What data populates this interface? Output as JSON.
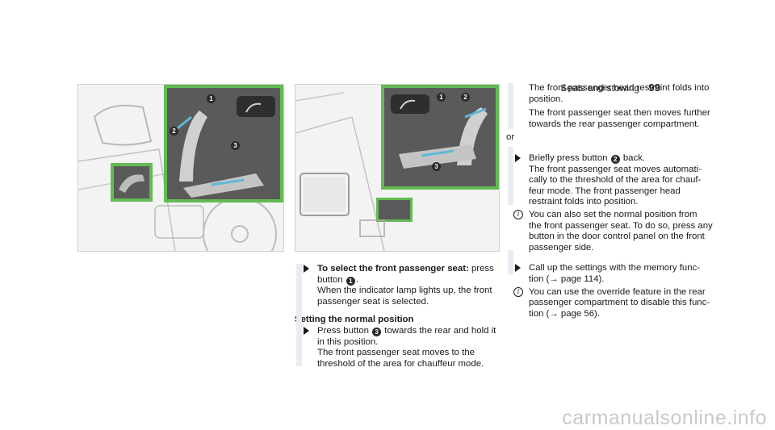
{
  "header": {
    "section": "Seats and stowing",
    "page_number": "99"
  },
  "figures": {
    "left": {
      "callouts": [
        "1",
        "2",
        "3"
      ]
    },
    "right": {
      "callouts": [
        "1",
        "2",
        "3"
      ]
    }
  },
  "col1": {
    "step1_bold": "To select the front passenger seat:",
    "step1_rest": " press",
    "step1_line2a": "button ",
    "step1_line2b": ".",
    "step1_line3": "When the indicator lamp lights up, the front",
    "step1_line4": "passenger seat is selected.",
    "subhead": "Setting the normal position",
    "step2_line1a": "Press button ",
    "step2_line1b": " towards the rear and hold it",
    "step2_line2": "in this position.",
    "step2_line3": "The front passenger seat moves to the",
    "step2_line4": "threshold of the area for chauffeur mode."
  },
  "col2": {
    "p1_line1": "The front passenger head restraint folds into",
    "p1_line2": "position.",
    "p1_line3": "The front passenger seat then moves further",
    "p1_line4": "towards the rear passenger compartment.",
    "or": "or",
    "step3_line1a": "Briefly press button ",
    "step3_line1b": " back.",
    "step3_line2": "The front passenger seat moves automati-",
    "step3_line3": "cally to the threshold of the area for chauf-",
    "step3_line4": "feur mode. The front passenger head",
    "step3_line5": "restraint folds into position.",
    "note1_line1": "You can also set the normal position from",
    "note1_line2": "the front passenger seat. To do so, press any",
    "note1_line3": "button in the door control panel on the front",
    "note1_line4": "passenger side.",
    "step4_line1": "Call up the settings with the memory func-",
    "step4_line2": "tion (→ page 114).",
    "note2_line1": "You can use the override feature in the rear",
    "note2_line2": "passenger compartment to disable this func-",
    "note2_line3": "tion (→ page 56)."
  },
  "watermark": "carmanualsonline.info"
}
